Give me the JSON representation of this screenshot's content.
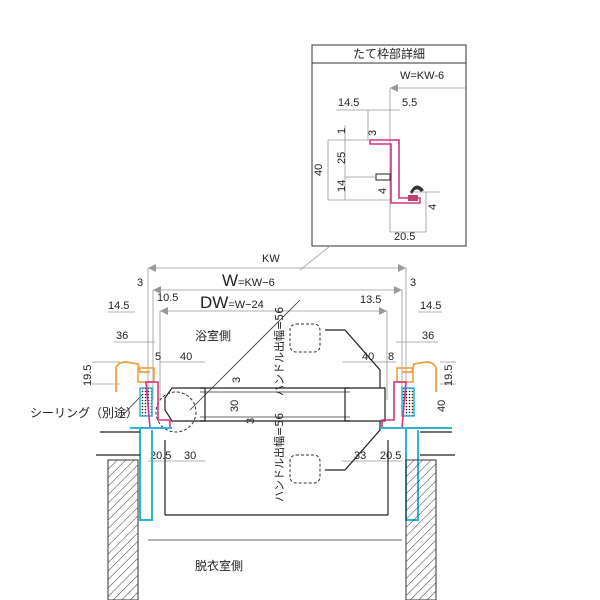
{
  "detail": {
    "title": "たて枠部詳細",
    "w_formula": "W=KW-6",
    "dims": {
      "d14_5": "14.5",
      "d5_5": "5.5",
      "d1": "1",
      "d3": "3",
      "d25": "25",
      "d40": "40",
      "d14": "14",
      "d4a": "4",
      "d4b": "4",
      "d20_5": "20.5"
    }
  },
  "main": {
    "kw": "KW",
    "w_prefix": "W",
    "w_suffix": "=KW−6",
    "dw_prefix": "DW",
    "dw_suffix": "=W−24",
    "bathroom_side": "浴室側",
    "dressing_side": "脱衣室側",
    "sealing": "シーリング（別途）",
    "handle_width_top": "ハンドル出幅=56",
    "handle_width_bottom": "ハンドル出幅=56",
    "left": {
      "d3": "3",
      "d14_5": "14.5",
      "d10_5": "10.5",
      "d36": "36",
      "d5": "5",
      "d40": "40",
      "d19_5": "19.5",
      "d20_5": "20.5",
      "d30": "30"
    },
    "center": {
      "d3a": "3",
      "d30": "30",
      "d3b": "3"
    },
    "right": {
      "d3": "3",
      "d13_5": "13.5",
      "d14_5": "14.5",
      "d36": "36",
      "d40": "40",
      "d8": "8",
      "d19_5": "19.5",
      "d40v": "40",
      "d33": "33",
      "d20_5": "20.5"
    }
  }
}
